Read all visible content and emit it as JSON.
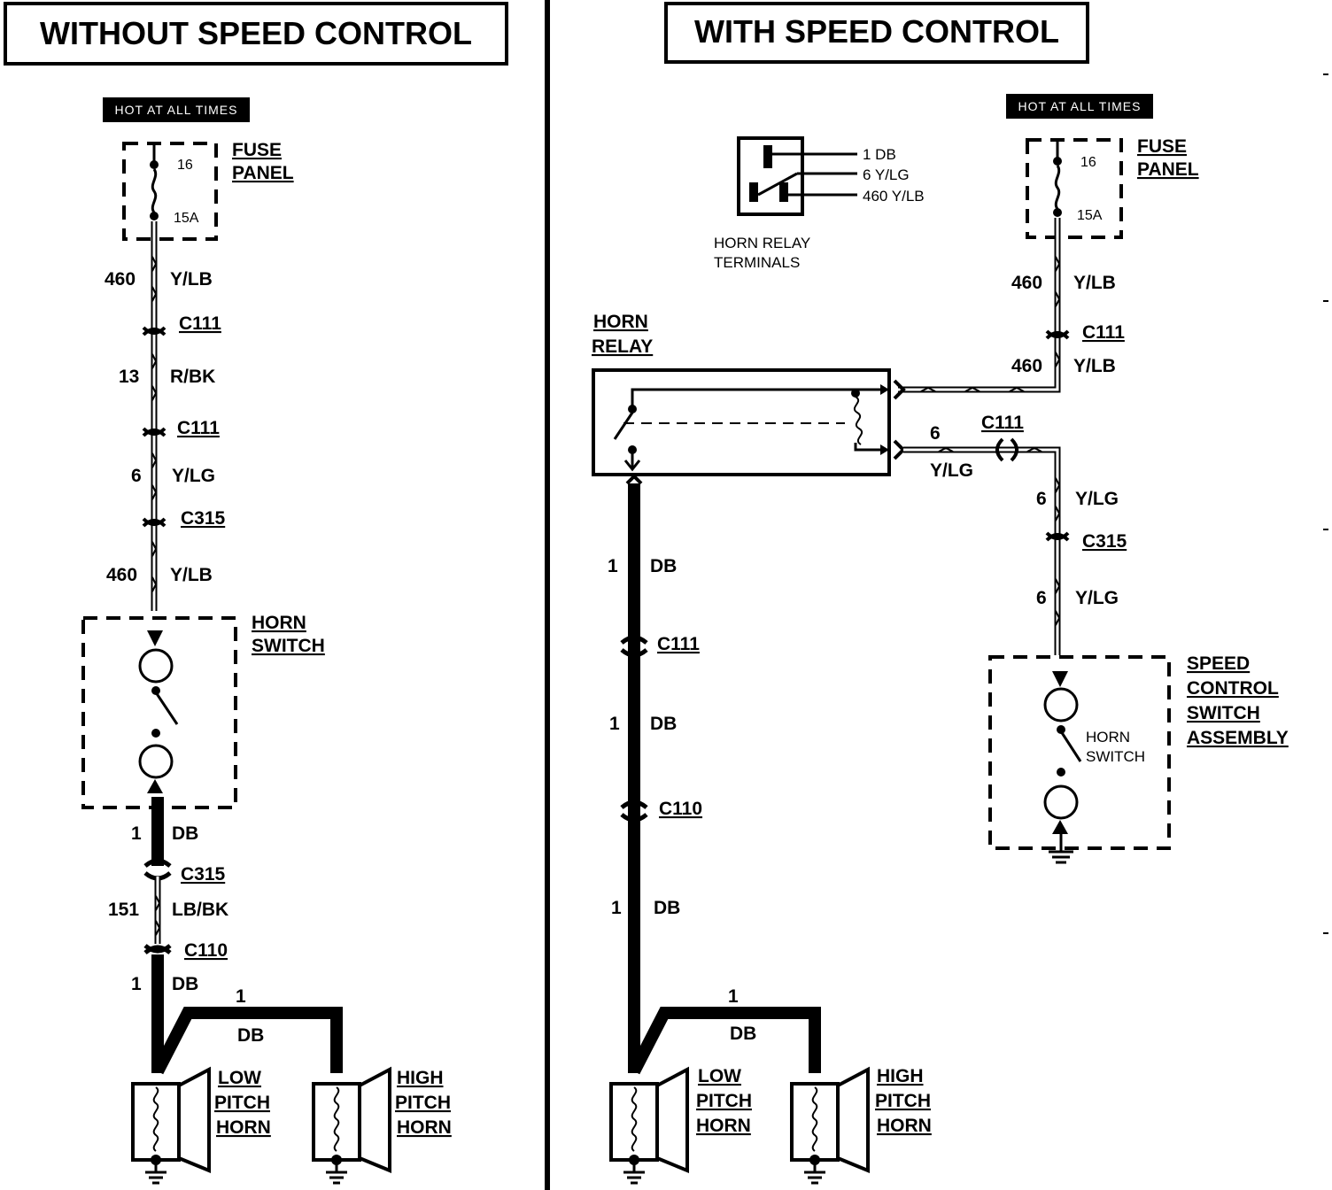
{
  "left": {
    "title": "WITHOUT SPEED CONTROL",
    "hot": "HOT AT ALL TIMES",
    "fuse_panel": [
      "FUSE",
      "PANEL"
    ],
    "fuse_num": "16",
    "fuse_amp": "15A",
    "w1": {
      "num": "460",
      "color": "Y/LB"
    },
    "c1": "C111",
    "w2": {
      "num": "13",
      "color": "R/BK"
    },
    "c2": "C111",
    "w3": {
      "num": "6",
      "color": "Y/LG"
    },
    "c3": "C315",
    "w4": {
      "num": "460",
      "color": "Y/LB"
    },
    "horn_switch": [
      "HORN",
      "SWITCH"
    ],
    "w5": {
      "num": "1",
      "color": "DB"
    },
    "c4": "C315",
    "w6": {
      "num": "151",
      "color": "LB/BK"
    },
    "c5": "C110",
    "w7": {
      "num": "1",
      "color": "DB"
    },
    "w8": {
      "num": "1",
      "color": "DB"
    },
    "low_horn": [
      "LOW",
      "PITCH",
      "HORN"
    ],
    "high_horn": [
      "HIGH",
      "PITCH",
      "HORN"
    ]
  },
  "right": {
    "title": "WITH SPEED CONTROL",
    "hot": "HOT AT ALL TIMES",
    "fuse_panel": [
      "FUSE",
      "PANEL"
    ],
    "fuse_num": "16",
    "fuse_amp": "15A",
    "terminals": [
      "1 DB",
      "6 Y/LG",
      "460 Y/LB"
    ],
    "terminals_caption": [
      "HORN RELAY",
      "TERMINALS"
    ],
    "horn_relay": [
      "HORN",
      "RELAY"
    ],
    "w1": {
      "num": "460",
      "color": "Y/LB"
    },
    "c1": "C111",
    "w2": {
      "num": "460",
      "color": "Y/LB"
    },
    "w3": {
      "num": "6",
      "color": "Y/LG"
    },
    "c2": "C111",
    "w4": {
      "num": "6",
      "color": "Y/LG"
    },
    "c3": "C315",
    "w5": {
      "num": "6",
      "color": "Y/LG"
    },
    "speed_control": [
      "SPEED",
      "CONTROL",
      "SWITCH",
      "ASSEMBLY"
    ],
    "horn_switch": [
      "HORN",
      "SWITCH"
    ],
    "w6": {
      "num": "1",
      "color": "DB"
    },
    "c4": "C111",
    "w7": {
      "num": "1",
      "color": "DB"
    },
    "c5": "C110",
    "w8": {
      "num": "1",
      "color": "DB"
    },
    "w9": {
      "num": "1",
      "color": "DB"
    },
    "low_horn": [
      "LOW",
      "PITCH",
      "HORN"
    ],
    "high_horn": [
      "HIGH",
      "PITCH",
      "HORN"
    ]
  }
}
